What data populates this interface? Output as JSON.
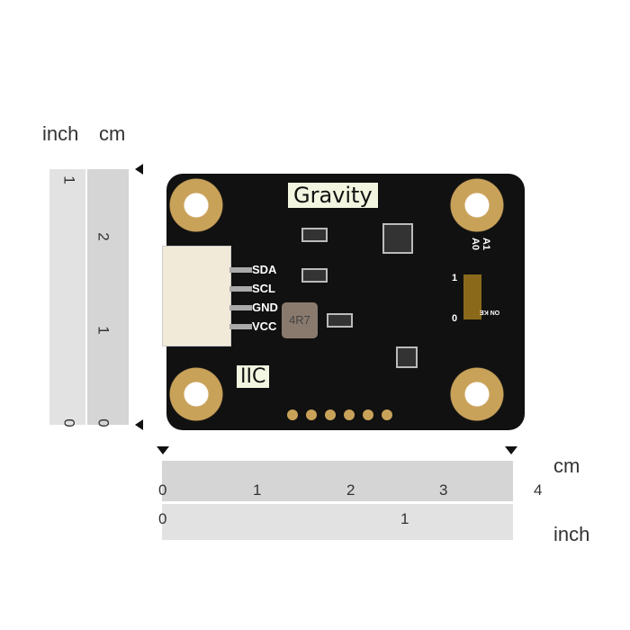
{
  "left_ruler": {
    "inch_label": "inch",
    "cm_label": "cm",
    "inch_ticks": [
      "1",
      "0"
    ],
    "cm_ticks": [
      "2",
      "1",
      "0"
    ]
  },
  "bottom_ruler": {
    "cm_label": "cm",
    "inch_label": "inch",
    "cm_ticks": [
      "0",
      "1",
      "2",
      "3",
      "4"
    ],
    "inch_ticks": [
      "0",
      "1"
    ]
  },
  "board": {
    "brand": "Gravity",
    "interface": "IIC",
    "pins": [
      "SDA",
      "SCL",
      "GND",
      "VCC"
    ],
    "inductor": "4R7",
    "switch_labels": {
      "a1": "A1",
      "a0": "A0",
      "one": "1",
      "zero": "0",
      "on": "ON KE"
    }
  }
}
